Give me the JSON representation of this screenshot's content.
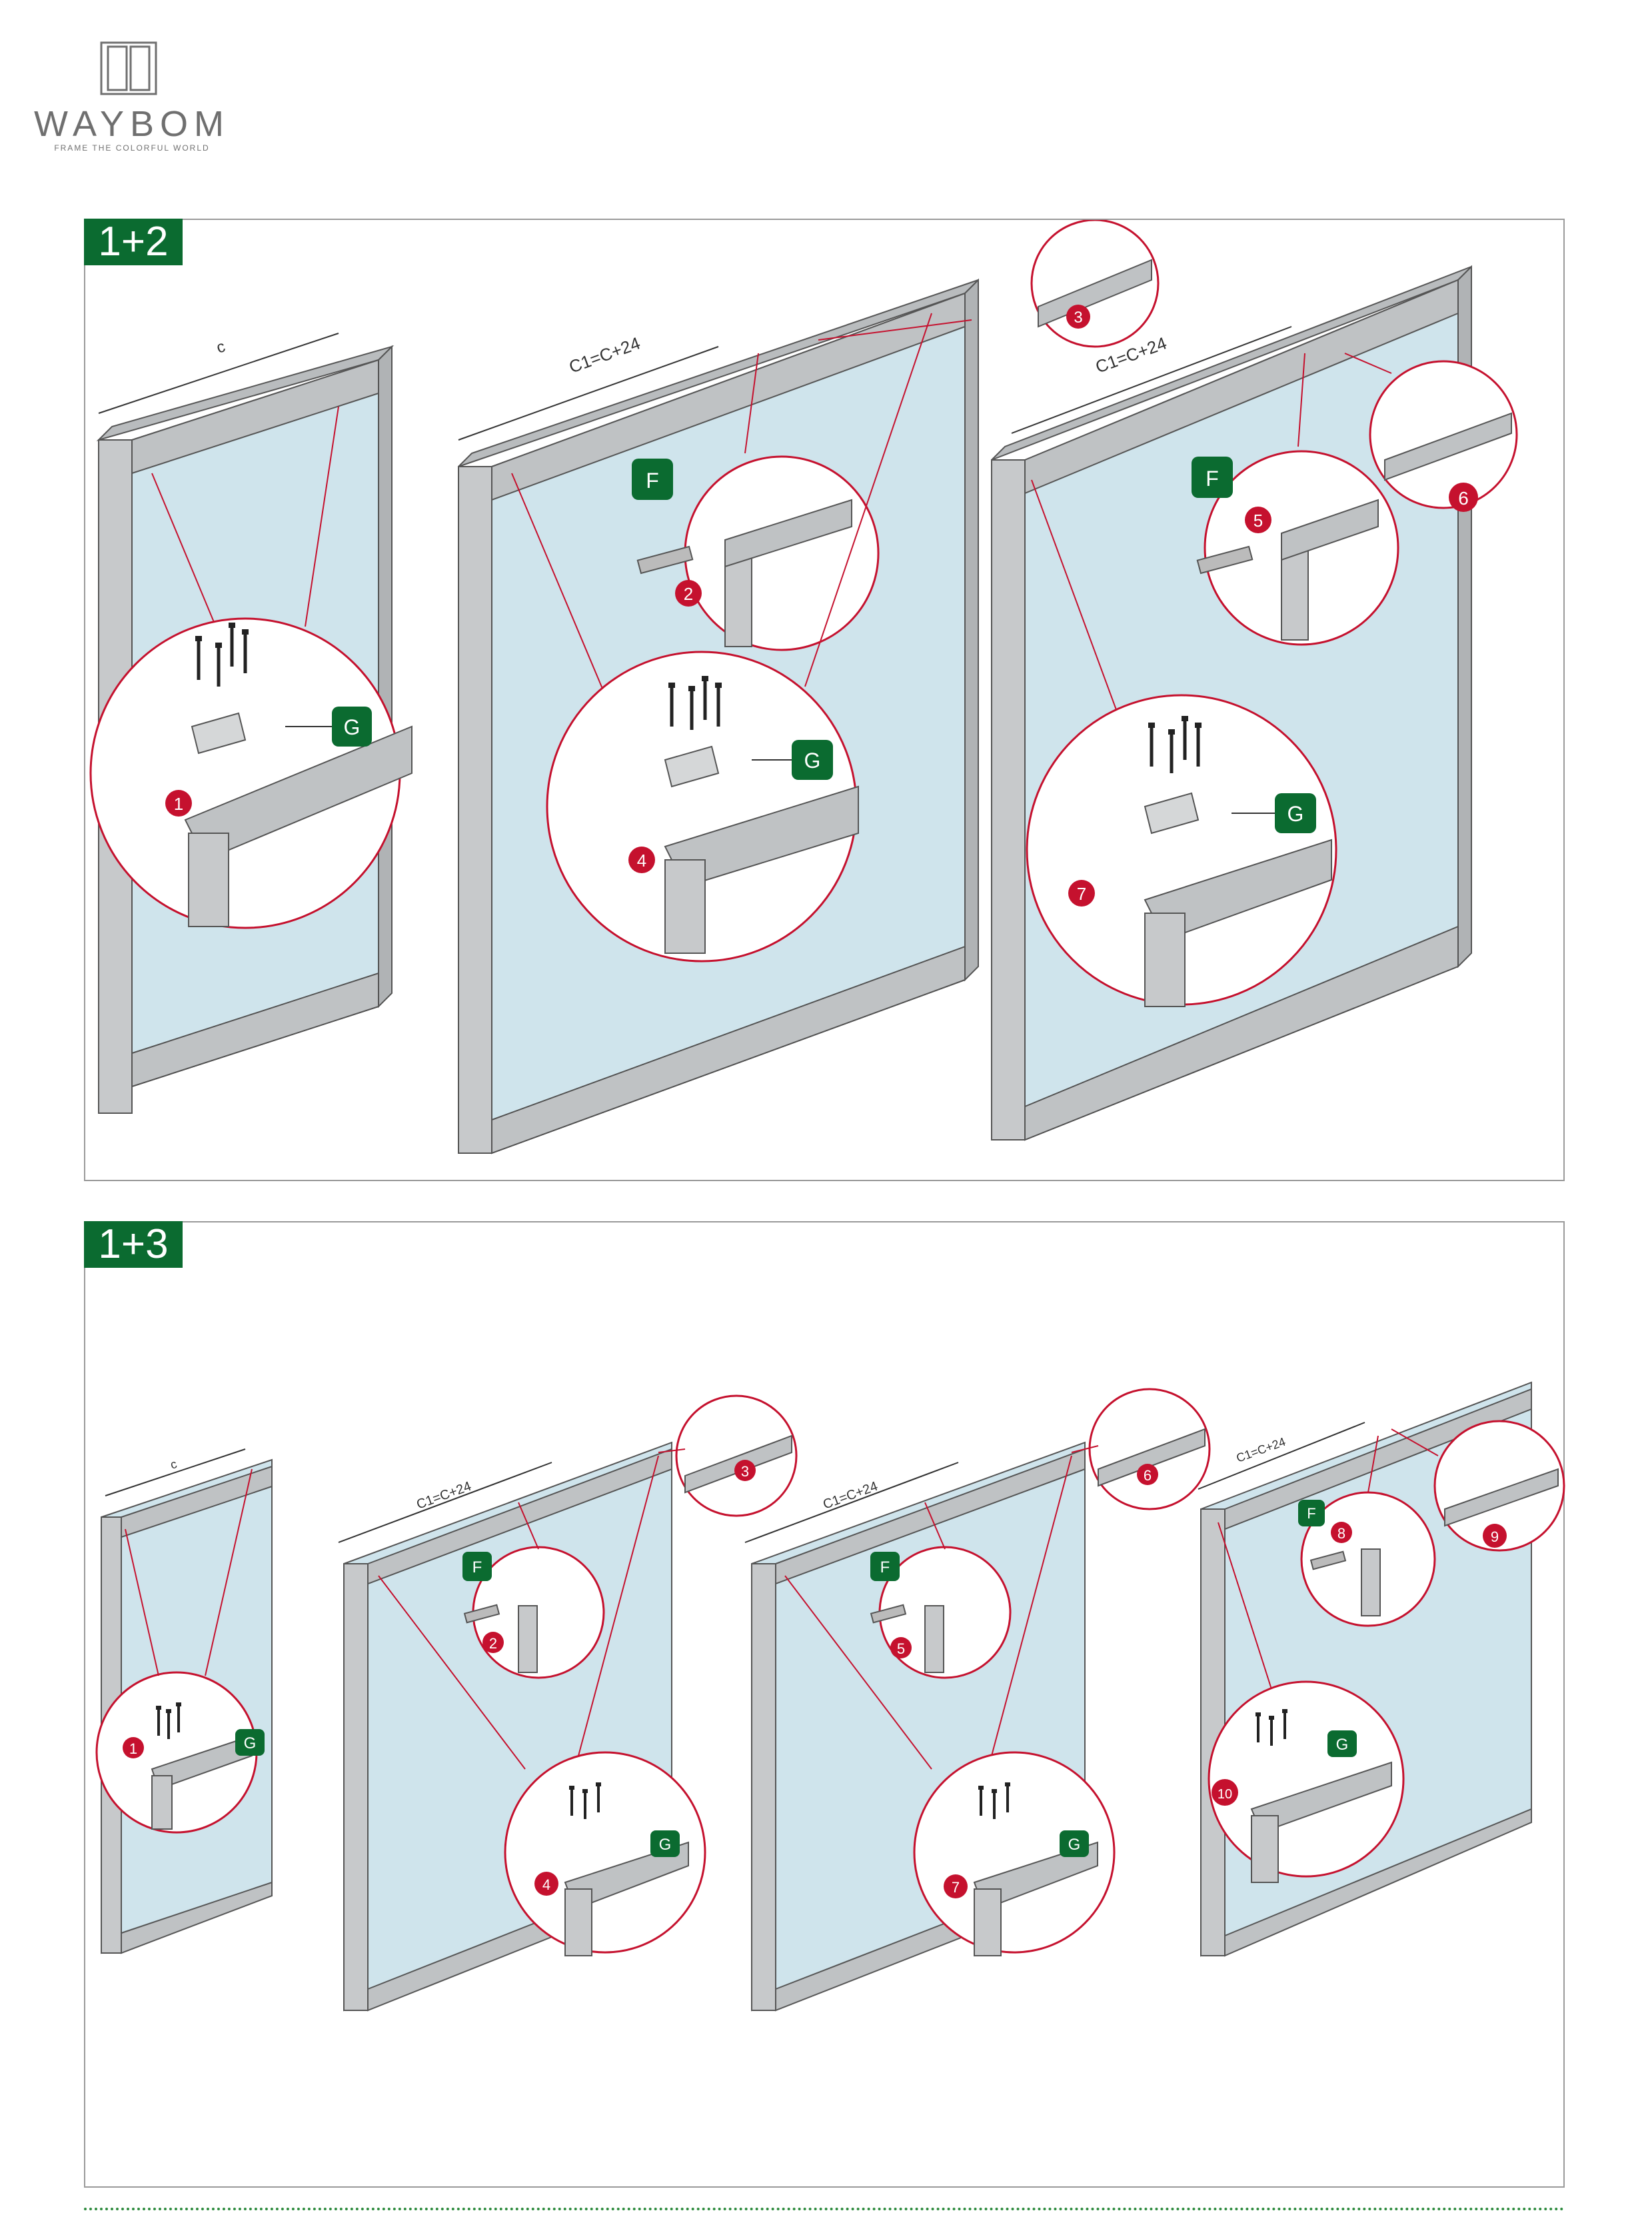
{
  "brand": {
    "name": "WAYBOM",
    "tagline": "FRAME THE COLORFUL WORLD"
  },
  "section_a": {
    "tag": "1+2",
    "dim_c": "c",
    "dim_c1": "C1=C+24",
    "dim_c1_b": "C1=C+24",
    "part_f": "F",
    "part_g": "G",
    "steps": [
      "1",
      "2",
      "3",
      "4",
      "5",
      "6",
      "7"
    ]
  },
  "section_b": {
    "tag": "1+3",
    "dim_c": "c",
    "dim_c1": "C1=C+24",
    "part_f": "F",
    "part_g": "G",
    "steps": [
      "1",
      "2",
      "3",
      "4",
      "5",
      "6",
      "7",
      "8",
      "9",
      "10"
    ]
  },
  "colors": {
    "accent_green": "#0b6b30",
    "step_red": "#c5112e",
    "frame_gray": "#b9bcbe",
    "glass": "#cfe4ec"
  }
}
